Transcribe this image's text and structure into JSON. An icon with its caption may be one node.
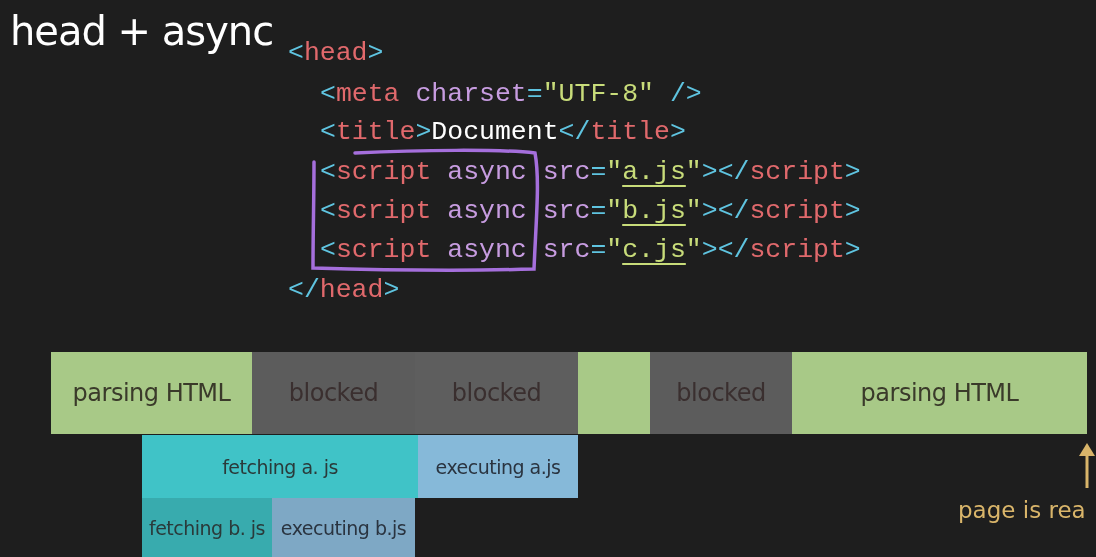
{
  "diagram": {
    "title": "head + async",
    "nodes": [
      {
        "text": [
          "parsing HTML"
        ]
      },
      {
        "text": [
          "blocked"
        ]
      },
      {
        "text": [
          "blocked"
        ]
      },
      {
        "text": [],
        "shape": "bar"
      },
      {
        "text": [
          "blocked"
        ]
      },
      {
        "text": [
          "parsing HTML"
        ]
      },
      {
        "text": [
          "fetching a. js"
        ]
      },
      {
        "text": [
          "executing a.js"
        ]
      },
      {
        "text": [
          "fetching b. js"
        ]
      },
      {
        "text": [
          "executing b.js"
        ]
      }
    ],
    "labels": [
      "<head>",
      "<meta charset=\"UTF-8\" />",
      "<title>Document</title>",
      "<script async src=\"a.js\"></script>",
      "<script async src=\"b.js\"></script>",
      "<script async src=\"c.js\"></script>",
      "</head>",
      "page is rea"
    ]
  }
}
